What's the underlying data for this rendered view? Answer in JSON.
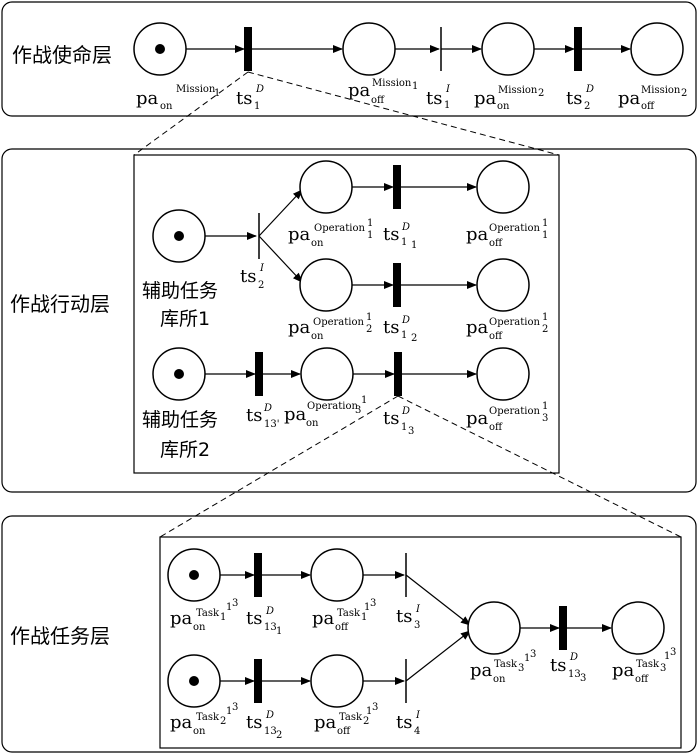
{
  "layers": {
    "mission": "作战使命层",
    "operation": "作战行动层",
    "task": "作战任务层"
  },
  "libraries": {
    "lib1_line1": "辅助任务",
    "lib1_line2": "库所1",
    "lib2_line1": "辅助任务",
    "lib2_line2": "库所2"
  },
  "labels": {
    "pa": "pa",
    "ts": "ts",
    "on": "on",
    "off": "off",
    "D": "D",
    "I1": "I",
    "one": "1",
    "two": "2",
    "three": "3",
    "four": "4",
    "Mission": "Mission",
    "Operation": "Operation",
    "Task": "Task",
    "s13": "13",
    "s13p": "13'",
    "s1_1": "1",
    "s1_2": "2"
  }
}
